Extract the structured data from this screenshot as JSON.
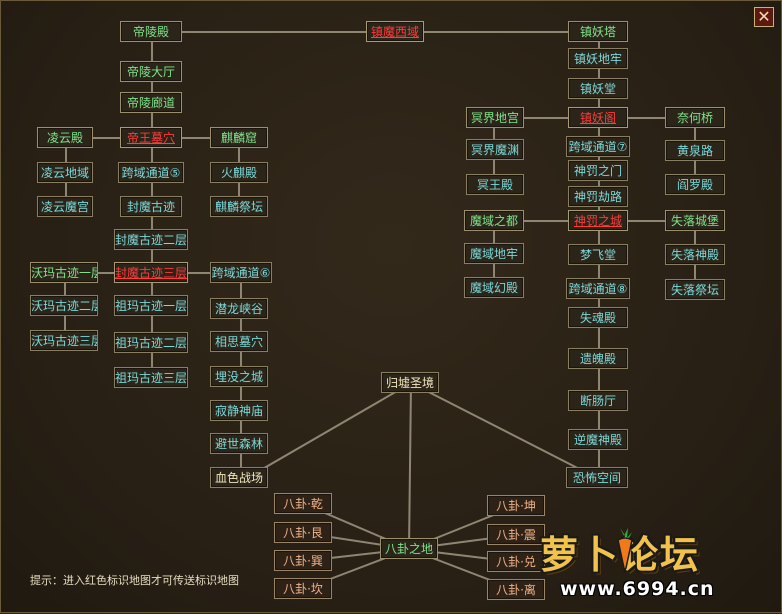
{
  "title": "镇魔西域",
  "close_icon": "close-icon",
  "hint": "提示：进入红色标识地图才可传送标识地图",
  "watermark": {
    "title": "萝卜论坛",
    "url": "www.6994.cn"
  },
  "colors": {
    "green": "#7fe38a",
    "cyan": "#7ed7d8",
    "red": "#ff3b3b",
    "light": "#f1e6be",
    "orange": "#f0b28a",
    "line": "#8e8672"
  },
  "nodes": {
    "dilingdian": "帝陵殿",
    "dilingdating": "帝陵大厅",
    "dilinglangdao": "帝陵廊道",
    "diwangmuxue": "帝王墓穴",
    "lingyundian": "凌云殿",
    "qilinku": "麒麟窟",
    "lingyundiyu": "凌云地域",
    "kuayutongdao5": "跨域通道⑤",
    "huoqilindian": "火麒殿",
    "lingyunmogong": "凌云魔宫",
    "fengmoguji": "封魔古迹",
    "qilinjitan": "麒麟祭坛",
    "fengmogujier": "封魔古迹二层",
    "tianmaguji1": "沃玛古迹一层",
    "fengmogujisan": "封魔古迹三层",
    "kuayutongdao6": "跨域通道⑥",
    "tianmaguji2": "沃玛古迹二层",
    "zumaguji1": "祖玛古迹一层",
    "qianlongxiagu": "潜龙峡谷",
    "tianmaguji3": "沃玛古迹三层",
    "zumaguji2": "祖玛古迹二层",
    "xiangsimuxue": "相思墓穴",
    "zumaguji3": "祖玛古迹三层",
    "maimeizhicheng": "埋没之城",
    "jijingshenmiao": "寂静神庙",
    "bishisenlin": "避世森林",
    "xuesezhanchang": "血色战场",
    "zhenyaota": "镇妖塔",
    "zhenyaodilao": "镇妖地牢",
    "zhenyaotang": "镇妖堂",
    "mingjiedigong": "冥界地宫",
    "zhenyaoge": "镇妖阁",
    "naiheqiao": "奈何桥",
    "mingjiemoyuan": "冥界魔渊",
    "kuayutongdao7": "跨域通道⑦",
    "huangquanlu": "黄泉路",
    "shenfazhimen": "神罚之门",
    "mingwangdian": "冥王殿",
    "yanluodian": "阎罗殿",
    "shenfajielu": "神罚劫路",
    "moyuzhidu": "魔域之都",
    "shenfazhicheng": "神罚之城",
    "shiluochengbao": "失落城堡",
    "mengfeitang": "梦飞堂",
    "moyudilao": "魔域地牢",
    "shiluoshendian": "失落神殿",
    "moyuhuandian": "魔域幻殿",
    "kuayutongdao8": "跨域通道⑧",
    "shiluojitan": "失落祭坛",
    "shihundian": "失魂殿",
    "yipodian": "遗魄殿",
    "duanchangting": "断肠厅",
    "nimoshendian": "逆魔神殿",
    "kongbukongjian": "恐怖空间",
    "guixushengjing": "归墟圣境",
    "baguazhidi": "八卦之地",
    "bagua_qian": "八卦·乾",
    "bagua_gen": "八卦·艮",
    "bagua_xun": "八卦·巽",
    "bagua_kan": "八卦·坎",
    "bagua_kun": "八卦·坤",
    "bagua_zhen": "八卦·震",
    "bagua_dui": "八卦·兑",
    "bagua_li": "八卦·离"
  }
}
